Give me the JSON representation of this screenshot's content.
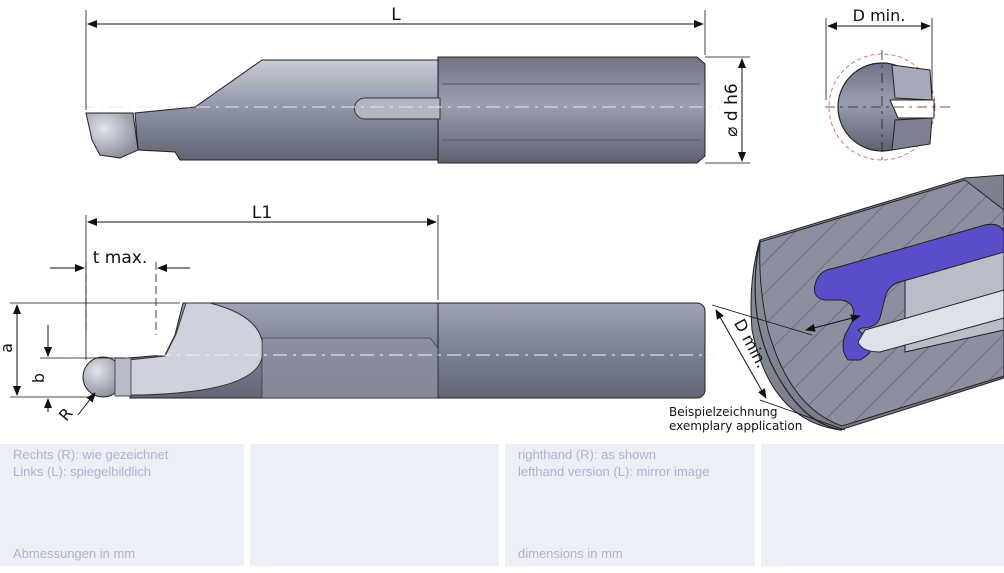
{
  "labels": {
    "L": "L",
    "D_min_top": "D min.",
    "d_h6": "⌀ d h6",
    "L1": "L1",
    "t_max": "t max.",
    "a": "a",
    "b": "b",
    "R": "R",
    "D_min_iso": "D min."
  },
  "caption": {
    "line1": "Beispielzeichnung",
    "line2": "exemplary application"
  },
  "panels": {
    "de": {
      "line1": "Rechts (R): wie gezeichnet",
      "line2": "Links (L): spiegelbildlich",
      "footer": "Abmessungen in mm"
    },
    "en": {
      "line1": "righthand (R): as shown",
      "line2": "lefthand version (L): mirror image",
      "footer": "dimensions in mm"
    }
  },
  "colors": {
    "tool_body": "#858a99",
    "tool_dark": "#5d6170",
    "tool_light": "#c4c8d4",
    "cut_profile": "#5a4ec8",
    "panel_bg": "#eceff5",
    "panel_text": "#aab4cc"
  }
}
